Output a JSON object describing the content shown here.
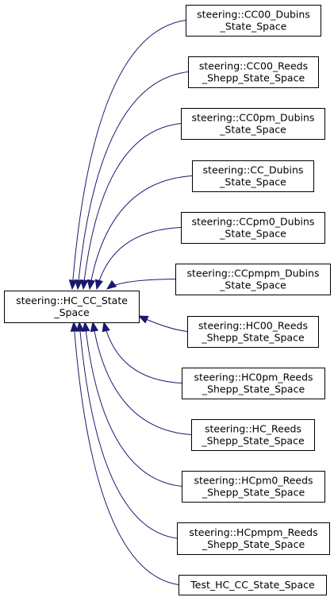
{
  "diagram": {
    "type": "inheritance",
    "edge_color": "#191970",
    "base": {
      "id": "base",
      "lines": [
        "steering::HC_CC_State",
        "_Space"
      ]
    },
    "derived": [
      {
        "id": "cc00-dubins",
        "lines": [
          "steering::CC00_Dubins",
          "_State_Space"
        ]
      },
      {
        "id": "cc00-reeds-shepp",
        "lines": [
          "steering::CC00_Reeds",
          "_Shepp_State_Space"
        ]
      },
      {
        "id": "cc0pm-dubins",
        "lines": [
          "steering::CC0pm_Dubins",
          "_State_Space"
        ]
      },
      {
        "id": "cc-dubins",
        "lines": [
          "steering::CC_Dubins",
          "_State_Space"
        ]
      },
      {
        "id": "ccpm0-dubins",
        "lines": [
          "steering::CCpm0_Dubins",
          "_State_Space"
        ]
      },
      {
        "id": "ccpmpm-dubins",
        "lines": [
          "steering::CCpmpm_Dubins",
          "_State_Space"
        ]
      },
      {
        "id": "hc00-reeds-shepp",
        "lines": [
          "steering::HC00_Reeds",
          "_Shepp_State_Space"
        ]
      },
      {
        "id": "hc0pm-reeds-shepp",
        "lines": [
          "steering::HC0pm_Reeds",
          "_Shepp_State_Space"
        ]
      },
      {
        "id": "hc-reeds-shepp",
        "lines": [
          "steering::HC_Reeds",
          "_Shepp_State_Space"
        ]
      },
      {
        "id": "hcpm0-reeds-shepp",
        "lines": [
          "steering::HCpm0_Reeds",
          "_Shepp_State_Space"
        ]
      },
      {
        "id": "hcpmpm-reeds-shepp",
        "lines": [
          "steering::HCpmpm_Reeds",
          "_Shepp_State_Space"
        ]
      },
      {
        "id": "test-hc-cc",
        "lines": [
          "Test_HC_CC_State_Space"
        ]
      }
    ]
  }
}
